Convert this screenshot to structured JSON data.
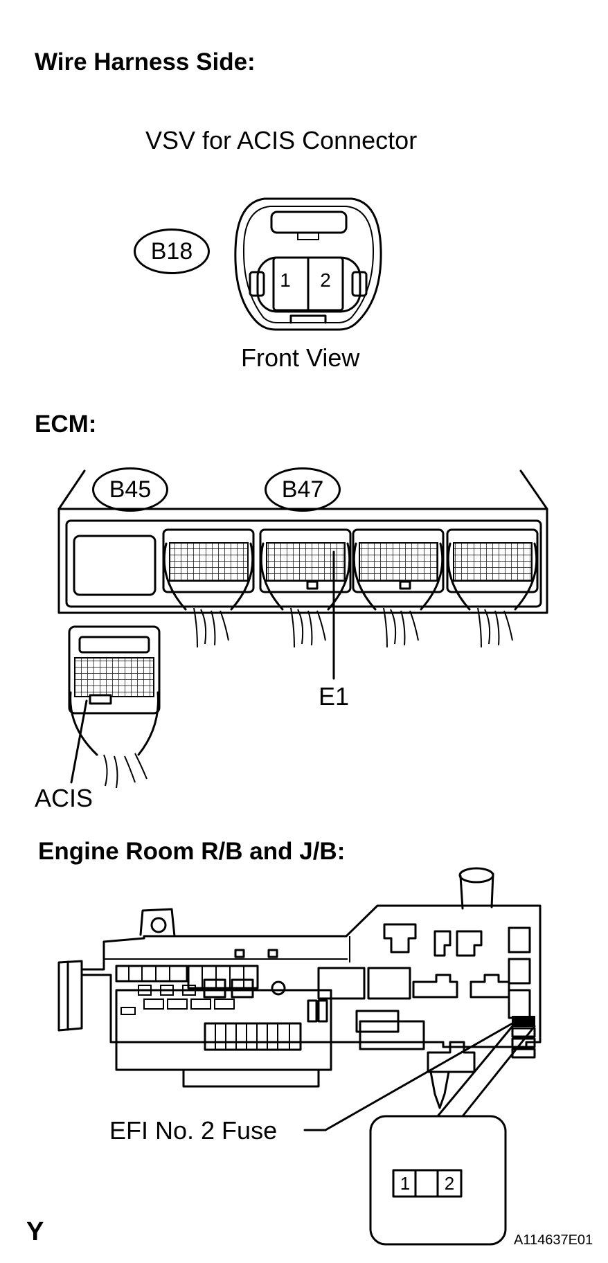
{
  "headings": {
    "wire_harness": "Wire Harness Side:",
    "ecm": "ECM:",
    "engine_room": "Engine Room R/B and J/B:"
  },
  "vsv_connector": {
    "title": "VSV for ACIS Connector",
    "code": "B18",
    "pin1": "1",
    "pin2": "2",
    "view": "Front View"
  },
  "ecm": {
    "connector_left": "B45",
    "connector_right": "B47",
    "terminal_e1": "E1",
    "terminal_acis": "ACIS"
  },
  "fuse": {
    "label": "EFI No. 2 Fuse",
    "pin1": "1",
    "pin2": "2"
  },
  "footer": {
    "mark": "Y",
    "figure_id": "A114637E01"
  }
}
